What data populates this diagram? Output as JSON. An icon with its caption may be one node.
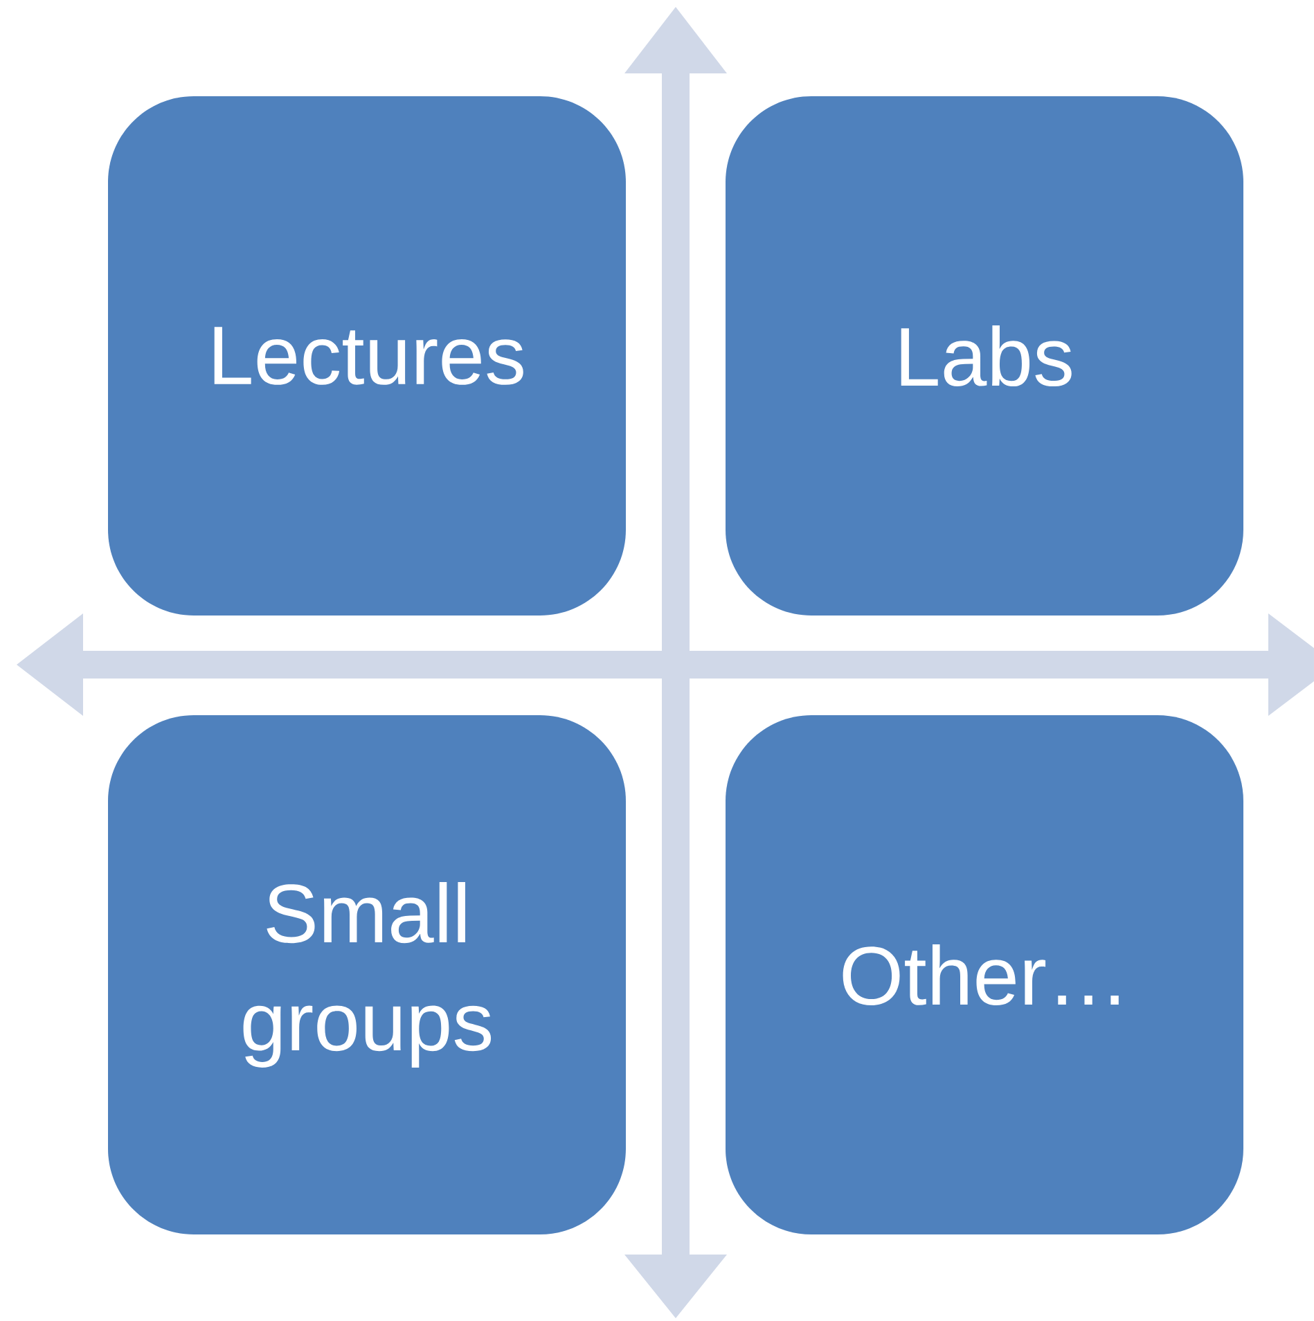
{
  "diagram": {
    "nodes": [
      {
        "text": [
          "Lectures"
        ]
      },
      {
        "text": [
          "Labs"
        ]
      },
      {
        "text": [
          "Small groups"
        ]
      },
      {
        "text": [
          "Other…"
        ]
      }
    ]
  }
}
